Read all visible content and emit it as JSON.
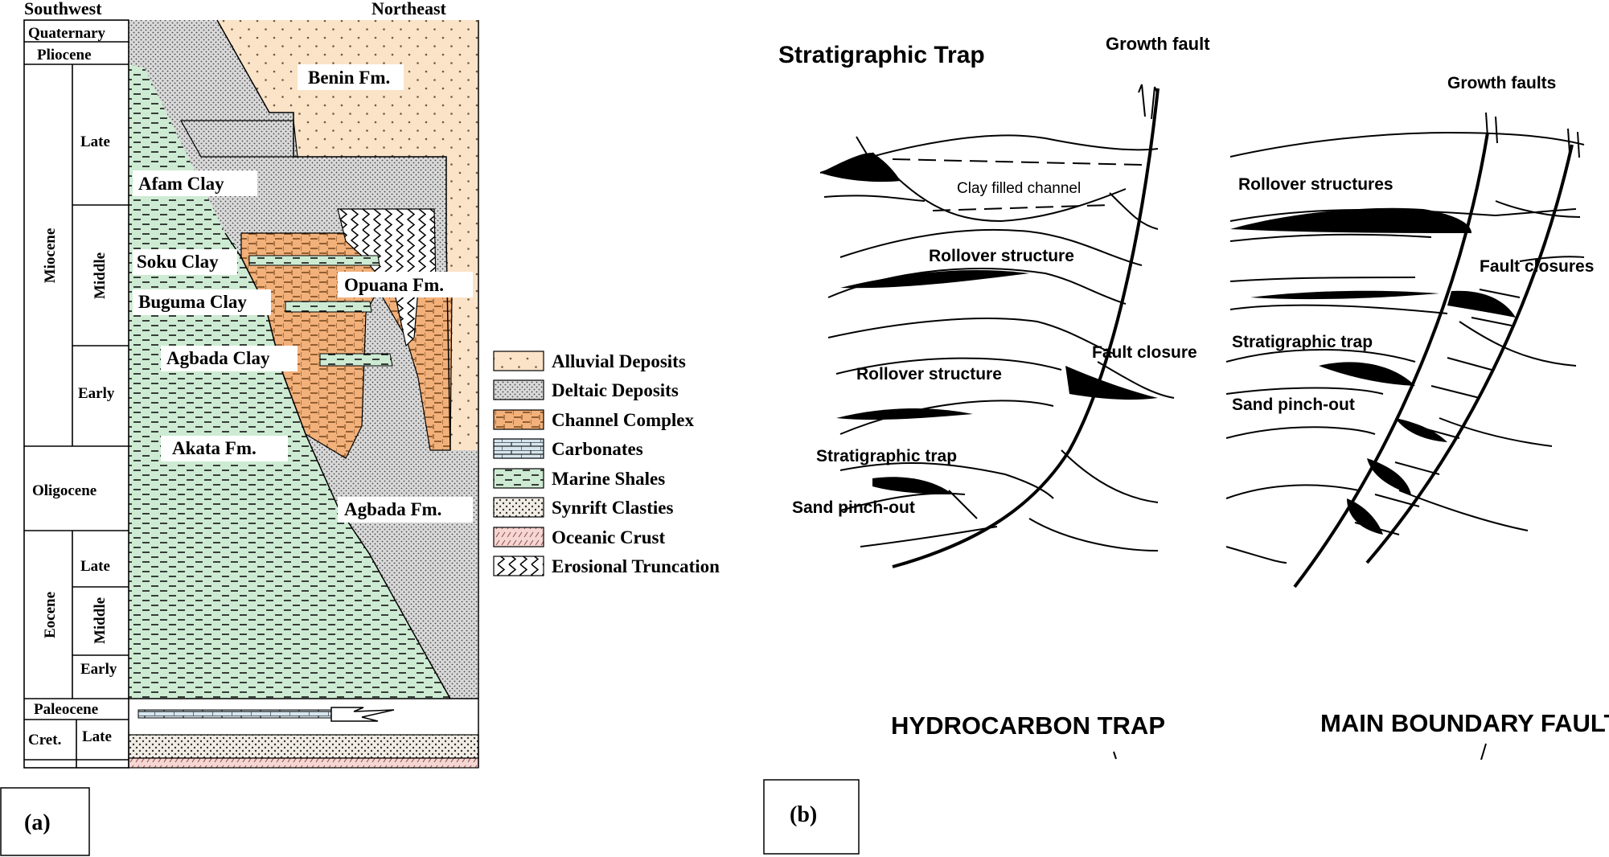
{
  "panel_a": {
    "heading_left": "Southwest",
    "heading_right": "Northeast",
    "epochs": {
      "quaternary": "Quaternary",
      "pliocene": "Pliocene",
      "miocene": "Miocene",
      "oligocene": "Oligocene",
      "eocene": "Eocene",
      "paleocene": "Paleocene",
      "cretaceous": "Cret."
    },
    "ages": {
      "miocene_late": "Late",
      "miocene_middle": "Middle",
      "miocene_early": "Early",
      "eocene_late": "Late",
      "eocene_middle": "Middle",
      "eocene_early": "Early",
      "cret_late": "Late"
    },
    "units": {
      "benin": "Benin Fm.",
      "afam": "Afam Clay",
      "soku": "Soku Clay",
      "opuana": "Opuana Fm.",
      "buguma": "Buguma Clay",
      "agbada_clay": "Agbada Clay",
      "akata": "Akata Fm.",
      "agbada_fm": "Agbada Fm."
    },
    "legend": [
      {
        "key": "alluvial",
        "label": "Alluvial Deposits"
      },
      {
        "key": "deltaic",
        "label": "Deltaic Deposits"
      },
      {
        "key": "channel",
        "label": "Channel Complex"
      },
      {
        "key": "carbonate",
        "label": "Carbonates"
      },
      {
        "key": "marine",
        "label": "Marine Shales"
      },
      {
        "key": "synrift",
        "label": "Synrift Clasties"
      },
      {
        "key": "oceanic",
        "label": "Oceanic Crust"
      },
      {
        "key": "erosion",
        "label": "Erosional Truncation"
      }
    ],
    "panel_label": "(a)",
    "colors": {
      "alluvial": "#fbe3c7",
      "deltaic": "#d9d9d9",
      "channel": "#f2b07a",
      "marine": "#cdebd3",
      "oceanic": "#f6d6d2"
    }
  },
  "panel_b": {
    "labels": {
      "stratigraphic_trap_title": "Stratigraphic Trap",
      "growth_fault": "Growth fault",
      "clay_filled_channel": "Clay filled channel",
      "rollover_structure_1": "Rollover structure",
      "fault_closure": "Fault closure",
      "rollover_structure_2": "Rollover structure",
      "stratigraphic_trap": "Stratigraphic trap",
      "sand_pinch_out": "Sand pinch-out",
      "growth_faults": "Growth faults",
      "rollover_structures": "Rollover structures",
      "fault_closures": "Fault closures",
      "stratigraphic_trap_right": "Stratigraphic trap",
      "sand_pinch_out_right": "Sand pinch-out",
      "hydrocarbon_trap": "HYDROCARBON TRAP",
      "main_boundary_fault": "MAIN BOUNDARY FAULT"
    },
    "panel_label": "(b)"
  }
}
